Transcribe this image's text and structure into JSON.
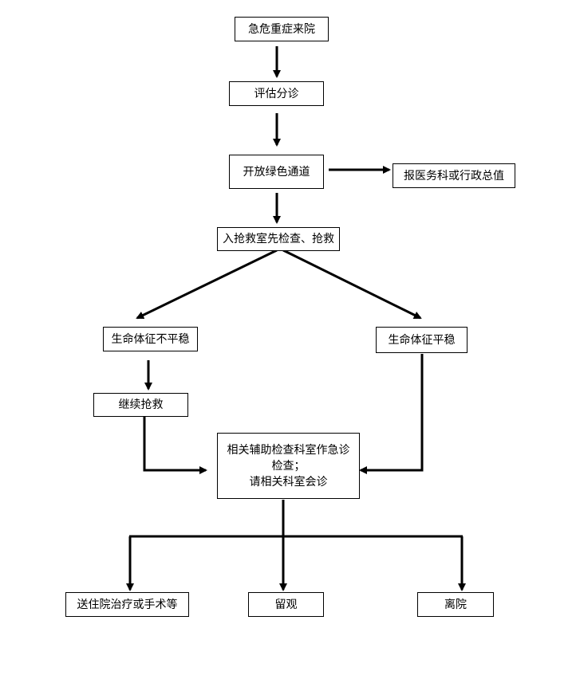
{
  "nodes": {
    "arrival": "急危重症来院",
    "triage": "评估分诊",
    "green_channel": "开放绿色通道",
    "report": "报医务科或行政总值",
    "rescue_room": "入抢救室先检查、抢救",
    "unstable": "生命体征不平稳",
    "stable": "生命体征平稳",
    "continue_rescue": "继续抢救",
    "consult_line1": "相关辅助检查科室作急诊",
    "consult_line2": "检查；",
    "consult_line3": "请相关科室会诊",
    "admit": "送住院治疗或手术等",
    "observe": "留观",
    "discharge": "离院"
  }
}
